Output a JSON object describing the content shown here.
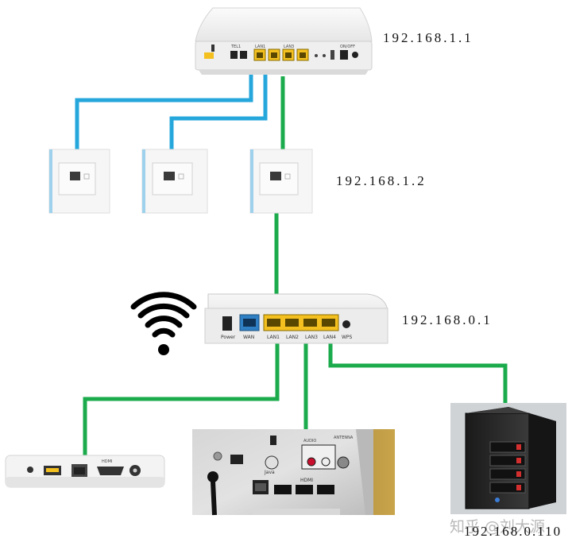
{
  "labels": {
    "modem_ip": "192.168.1.1",
    "panel_ip": "192.168.1.2",
    "router_ip": "192.168.0.1",
    "nas_ip": "192.168.0.110"
  },
  "router_ports": {
    "power": "Power",
    "wan": "WAN",
    "lan1": "LAN1",
    "lan2": "LAN2",
    "lan3": "LAN3",
    "lan4": "LAN4",
    "wps": "WPS"
  },
  "box_ports": {
    "hdmi": "HDMI"
  },
  "tv_labels": {
    "hdmi": "HDMI",
    "java": "Java",
    "antenna": "ANTENNA",
    "audio": "AUDIO"
  },
  "watermark": "知乎 @刘大源",
  "colors": {
    "blue_cable": "#26a7dc",
    "green_cable": "#1bab4d",
    "lan_port": "#f3c020",
    "wan_port": "#2e7fc4"
  },
  "icons": [
    "wifi-icon",
    "modem-icon",
    "wall-socket-icon",
    "router-icon",
    "tv-box-icon",
    "tv-back-icon",
    "nas-icon"
  ]
}
